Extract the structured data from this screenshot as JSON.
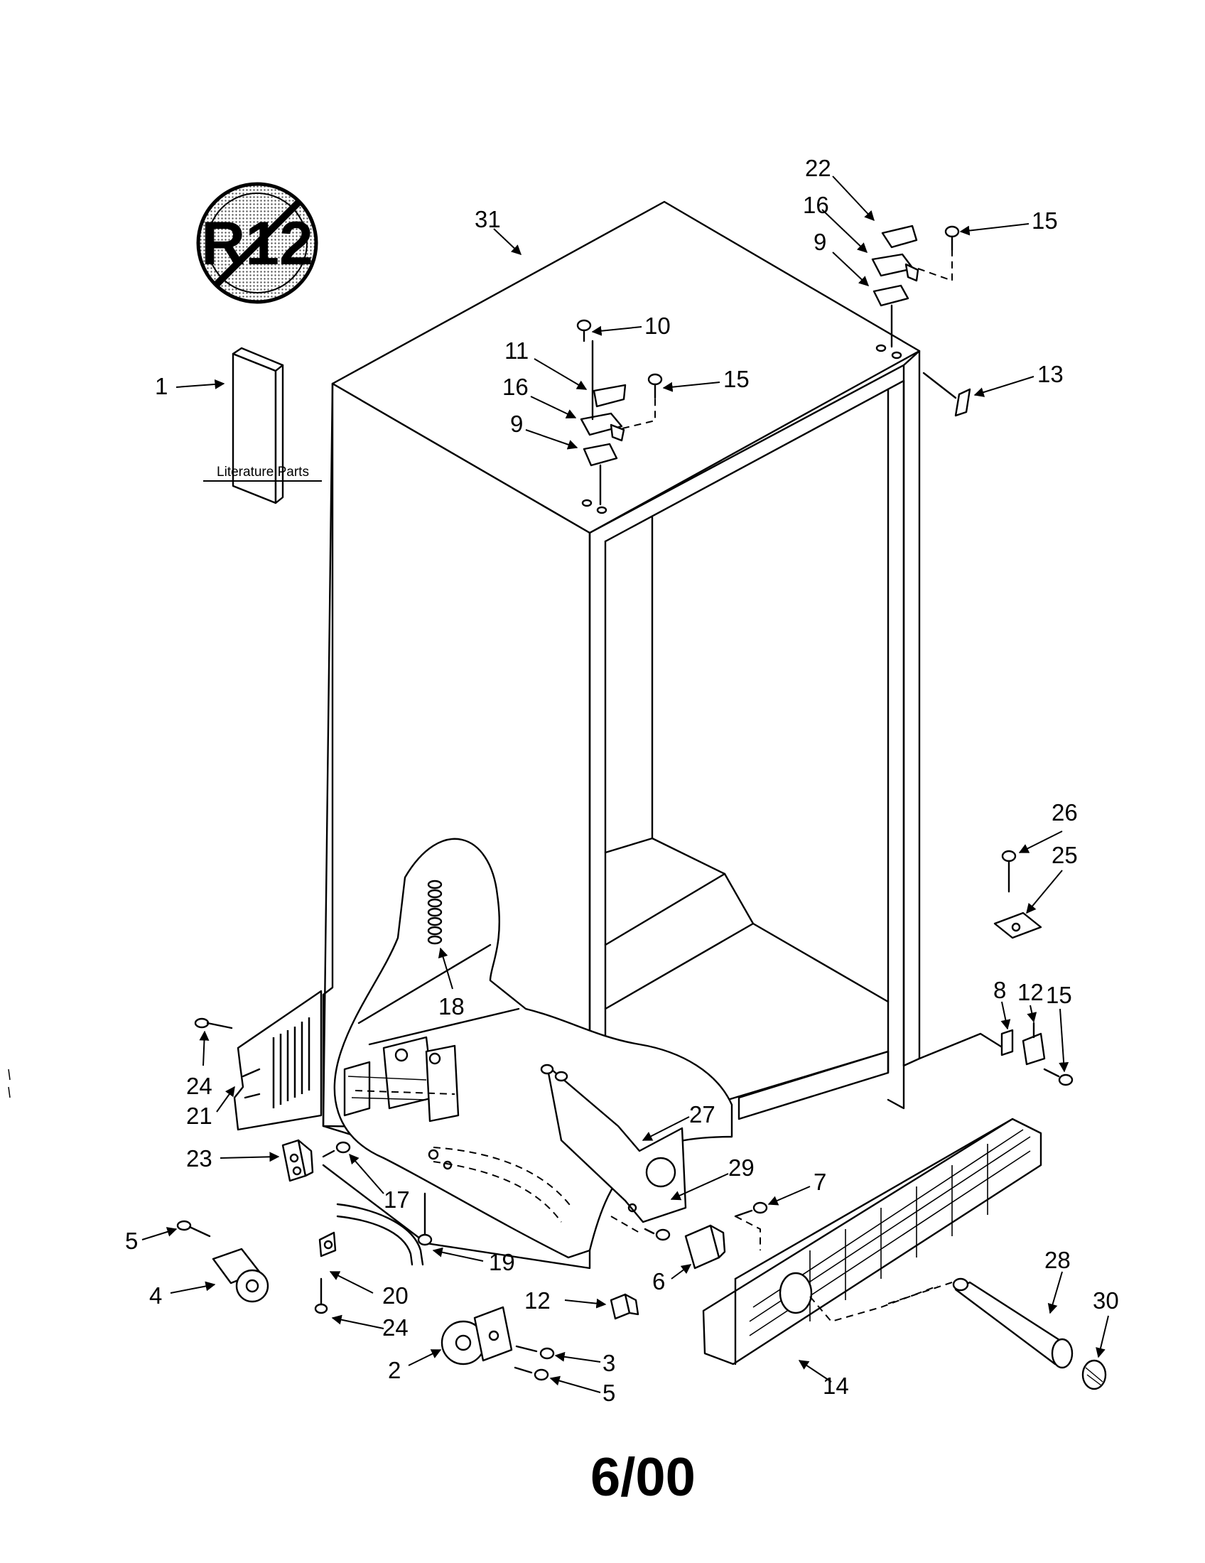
{
  "logo": {
    "text": "R12",
    "icon": "no-r12-refrigerant-icon"
  },
  "literature_label": "Literature Parts",
  "footer": "6/00",
  "callouts": [
    {
      "id": "c31",
      "text": "31"
    },
    {
      "id": "c22",
      "text": "22"
    },
    {
      "id": "c16a",
      "text": "16"
    },
    {
      "id": "c9a",
      "text": "9"
    },
    {
      "id": "c15a",
      "text": "15"
    },
    {
      "id": "c10",
      "text": "10"
    },
    {
      "id": "c11",
      "text": "11"
    },
    {
      "id": "c15b",
      "text": "15"
    },
    {
      "id": "c16b",
      "text": "16"
    },
    {
      "id": "c9b",
      "text": "9"
    },
    {
      "id": "c13",
      "text": "13"
    },
    {
      "id": "c1",
      "text": "1"
    },
    {
      "id": "c26",
      "text": "26"
    },
    {
      "id": "c25",
      "text": "25"
    },
    {
      "id": "c18",
      "text": "18"
    },
    {
      "id": "c8",
      "text": "8"
    },
    {
      "id": "c12a",
      "text": "12"
    },
    {
      "id": "c15c",
      "text": "15"
    },
    {
      "id": "c24a",
      "text": "24"
    },
    {
      "id": "c21",
      "text": "21"
    },
    {
      "id": "c27",
      "text": "27"
    },
    {
      "id": "c23",
      "text": "23"
    },
    {
      "id": "c29",
      "text": "29"
    },
    {
      "id": "c7",
      "text": "7"
    },
    {
      "id": "c17",
      "text": "17"
    },
    {
      "id": "c5a",
      "text": "5"
    },
    {
      "id": "c19",
      "text": "19"
    },
    {
      "id": "c28",
      "text": "28"
    },
    {
      "id": "c6",
      "text": "6"
    },
    {
      "id": "c4",
      "text": "4"
    },
    {
      "id": "c20",
      "text": "20"
    },
    {
      "id": "c12b",
      "text": "12"
    },
    {
      "id": "c30",
      "text": "30"
    },
    {
      "id": "c24b",
      "text": "24"
    },
    {
      "id": "c3",
      "text": "3"
    },
    {
      "id": "c2",
      "text": "2"
    },
    {
      "id": "c5b",
      "text": "5"
    },
    {
      "id": "c14",
      "text": "14"
    }
  ]
}
